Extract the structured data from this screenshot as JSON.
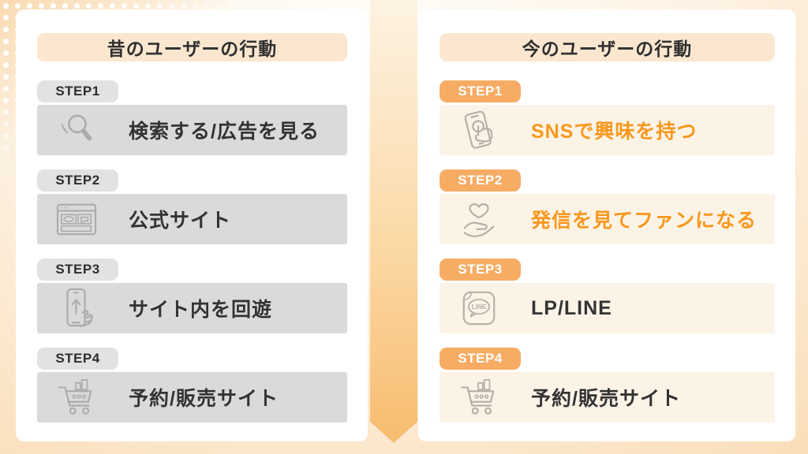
{
  "left_panel": {
    "title": "昔のユーザーの行動",
    "steps": [
      {
        "badge": "STEP1",
        "label": "検索する/広告を見る",
        "icon": "magnifier-icon"
      },
      {
        "badge": "STEP2",
        "label": "公式サイト",
        "icon": "browser-icon"
      },
      {
        "badge": "STEP3",
        "label": "サイト内を回遊",
        "icon": "phone-scroll-icon"
      },
      {
        "badge": "STEP4",
        "label": "予約/販売サイト",
        "icon": "cart-icon"
      }
    ]
  },
  "right_panel": {
    "title": "今のユーザーの行動",
    "line_icon_text": "LINE",
    "steps": [
      {
        "badge": "STEP1",
        "label": "SNSで興味を持つ",
        "icon": "phone-tap-icon",
        "highlight": true
      },
      {
        "badge": "STEP2",
        "label": "発信を見てファンになる",
        "icon": "heart-hand-icon",
        "highlight": true
      },
      {
        "badge": "STEP3",
        "label": "LP/LINE",
        "icon": "line-app-icon",
        "highlight": false
      },
      {
        "badge": "STEP4",
        "label": "予約/販売サイト",
        "icon": "cart-icon",
        "highlight": false
      }
    ]
  },
  "colors": {
    "accent_orange": "#f8981d",
    "badge_orange": "#f7ac64",
    "badge_gray": "#e2e2e2",
    "row_gray": "#dadada",
    "row_cream": "#fcf3e7",
    "header_peach": "#fbe7cf",
    "arrow_band_top": "#fdf3e3",
    "arrow_band_bottom": "#f7bc6f",
    "text_dark": "#333333",
    "icon_gray": "#ababab"
  }
}
